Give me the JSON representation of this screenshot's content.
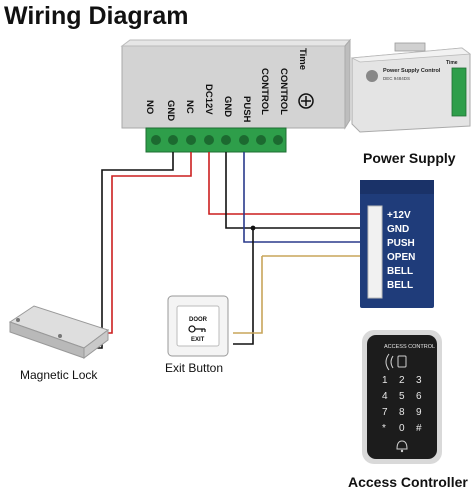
{
  "title": "Wiring Diagram",
  "controller": {
    "brand": "Time",
    "terminals": [
      "NO",
      "GND",
      "NC",
      "DC12V",
      "GND",
      "PUSH",
      "CONTROL",
      "CONTROL"
    ]
  },
  "power_supply": {
    "label": "Power Supply",
    "panel_title": "Power Supply Control",
    "panel_model": "DEC 9484DS",
    "panel_brand": "Time"
  },
  "reader_board": {
    "pins": [
      "+12V",
      "GND",
      "PUSH",
      "OPEN",
      "BELL",
      "BELL"
    ]
  },
  "magnetic_lock": {
    "label": "Magnetic Lock"
  },
  "exit_button": {
    "label": "Exit Button",
    "plate_top": "DOOR",
    "plate_bottom": "EXIT"
  },
  "access_controller": {
    "label": "Access Controller",
    "header": "ACCESS CONTROL",
    "keys": [
      "1",
      "2",
      "3",
      "4",
      "5",
      "6",
      "7",
      "8",
      "9",
      "*",
      "0",
      "#"
    ]
  },
  "colors": {
    "wire_red": "#cc1f1f",
    "wire_black": "#111111",
    "wire_blue": "#2a3a8c",
    "wire_tan": "#c8a55a",
    "terminal_green": "#2e9e4a",
    "board_blue": "#1f3c7a",
    "keypad_body": "#1c1c1c"
  }
}
